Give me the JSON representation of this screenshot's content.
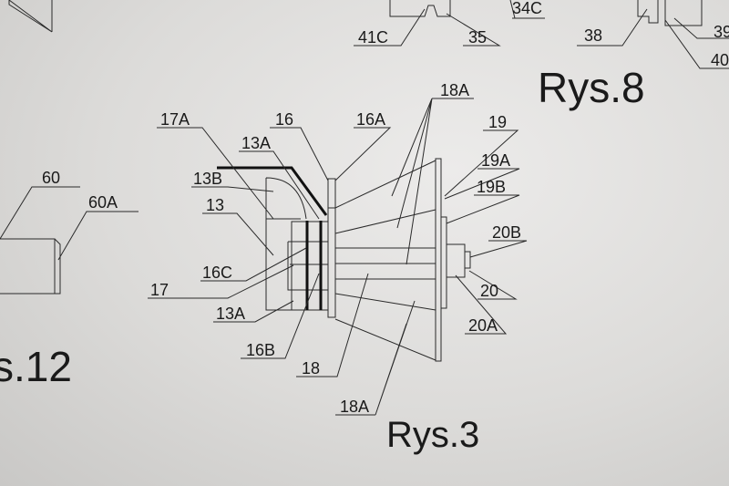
{
  "figures": {
    "rys8": {
      "title": "Rys.8",
      "labels": [
        "41C",
        "35",
        "34C",
        "38",
        "39",
        "40"
      ]
    },
    "rys3": {
      "title": "Rys.3",
      "labels": [
        "18A",
        "17A",
        "16",
        "16A",
        "19",
        "13A",
        "19A",
        "13B",
        "19B",
        "13",
        "20B",
        "16C",
        "17",
        "20",
        "13A",
        "20A",
        "16B",
        "18",
        "18A"
      ]
    },
    "rys12": {
      "title": "s.12",
      "labels": [
        "60",
        "60A"
      ]
    }
  }
}
